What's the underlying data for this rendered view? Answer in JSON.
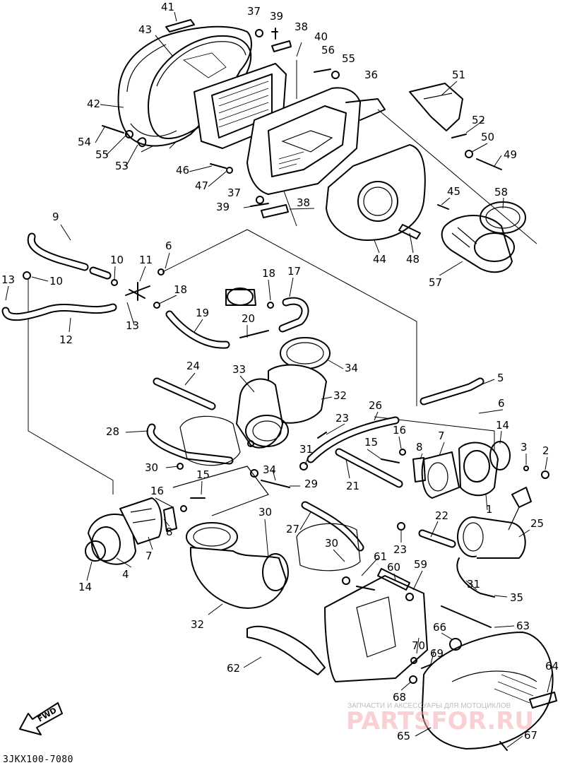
{
  "diagram": {
    "code": "3JKX100-7080",
    "fwd_label": "FWD",
    "watermark_small": "ЗАПЧАСТИ И АКСЕССУАРЫ ДЛЯ МОТОЦИКЛОВ",
    "watermark_big": "PARTSFOR.RU",
    "callouts": [
      "41",
      "37",
      "39",
      "38",
      "43",
      "40",
      "56",
      "55",
      "36",
      "51",
      "42",
      "52",
      "50",
      "54",
      "55",
      "53",
      "46",
      "47",
      "49",
      "37",
      "45",
      "58",
      "39",
      "38",
      "44",
      "48",
      "57",
      "9",
      "6",
      "10",
      "11",
      "13",
      "10",
      "18",
      "17",
      "18",
      "20",
      "19",
      "13",
      "12",
      "24",
      "33",
      "34",
      "5",
      "32",
      "6",
      "26",
      "23",
      "14",
      "28",
      "15",
      "16",
      "7",
      "8",
      "3",
      "2",
      "31",
      "30",
      "15",
      "34",
      "21",
      "29",
      "1",
      "16",
      "30",
      "22",
      "25",
      "27",
      "23",
      "4",
      "8",
      "7",
      "14",
      "30",
      "61",
      "60",
      "59",
      "31",
      "35",
      "32",
      "63",
      "66",
      "70",
      "69",
      "62",
      "64",
      "68",
      "65",
      "67"
    ]
  }
}
